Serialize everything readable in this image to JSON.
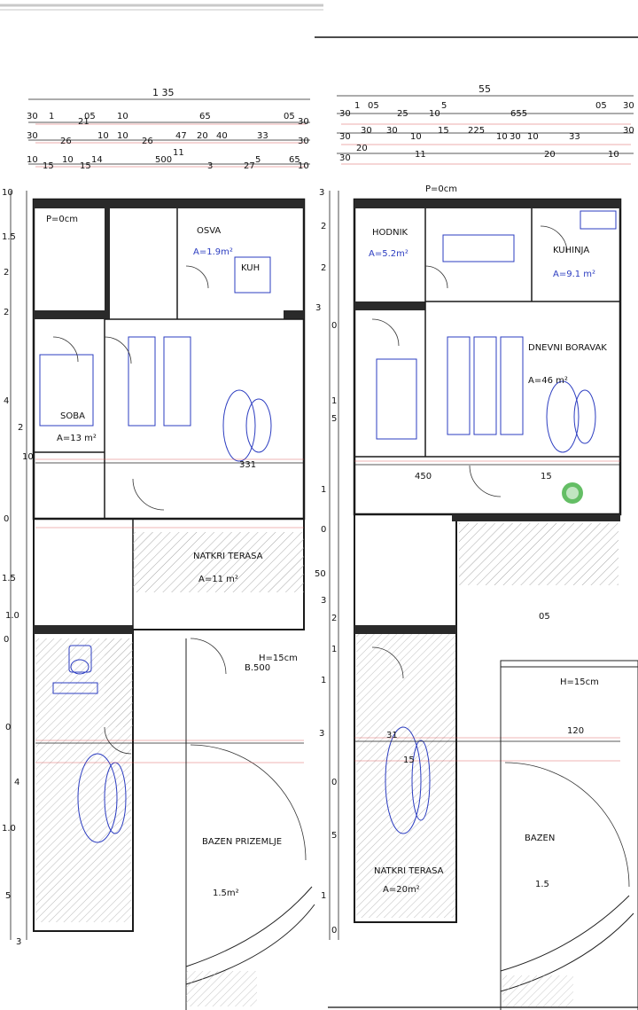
{
  "plan": {
    "left_overall_dim": "1 35",
    "right_overall_dim": "55",
    "left_top_rows": [
      [
        "30",
        "1",
        "05",
        "21",
        "10",
        "65",
        "05",
        "30"
      ],
      [
        "30",
        "26",
        "10",
        "10",
        "26",
        "47",
        "20",
        "40",
        "33",
        "30"
      ],
      [
        "10",
        "15",
        "10",
        "15",
        "14",
        "500",
        "11",
        "3",
        "27",
        "5",
        "65",
        "10"
      ]
    ],
    "right_top_rows": [
      [
        "30",
        "1",
        "05",
        "25",
        "10",
        "5",
        "655",
        "05",
        "30"
      ],
      [
        "30",
        "30",
        "30",
        "10",
        "15",
        "225",
        "10",
        "30",
        "10",
        "33",
        "30"
      ],
      [
        "30",
        "20",
        "11",
        "20",
        "10"
      ]
    ],
    "left_side_dims": [
      "10",
      "1.5",
      "2",
      "2",
      "4",
      "2",
      "10",
      "0",
      "1.5",
      "1.0",
      "0",
      "0",
      "4",
      "1.0",
      "5",
      "3"
    ],
    "right_side_dims": [
      "3",
      "2",
      "2",
      "3",
      "0",
      "1",
      "5",
      "1",
      "0",
      "50",
      "3",
      "2",
      "1",
      "1",
      "3",
      "0",
      "5",
      "1",
      "0"
    ],
    "left_rooms": [
      {
        "name": "SOBA",
        "area": "A=13 m²"
      },
      {
        "name": "OSVA",
        "area": "A=1.9m²"
      },
      {
        "name": "KUH",
        "area": ""
      },
      {
        "name": "NATKRI TERASA",
        "area": "A=11 m²"
      },
      {
        "name": "BAZEN PRIZEMLJE",
        "area": "1.5m²"
      },
      {
        "name": "B.500",
        "area": "H=15cm"
      }
    ],
    "right_rooms": [
      {
        "name": "HODNIK",
        "area": "A=5.2m²"
      },
      {
        "name": "KUHINJA",
        "area": "A=9.1 m²"
      },
      {
        "name": "DNEVNI BORAVAK",
        "area": "A=46 m²"
      },
      {
        "name": "NATKRI TERASA",
        "area": "A=20m²"
      },
      {
        "name": "BAZEN",
        "area": "1.5"
      },
      {
        "name": "H=15cm",
        "area": ""
      }
    ],
    "misc_labels": [
      "P=0cm",
      "P=0cm",
      "450",
      "15",
      "05",
      "331",
      "31",
      "120",
      "15"
    ]
  },
  "colors": {
    "wall": "#1a1a1a",
    "dim_red": "#d84a4a",
    "blue": "#2b3cc0",
    "hatch": "#9a9a9a",
    "green": "#49b34a"
  }
}
